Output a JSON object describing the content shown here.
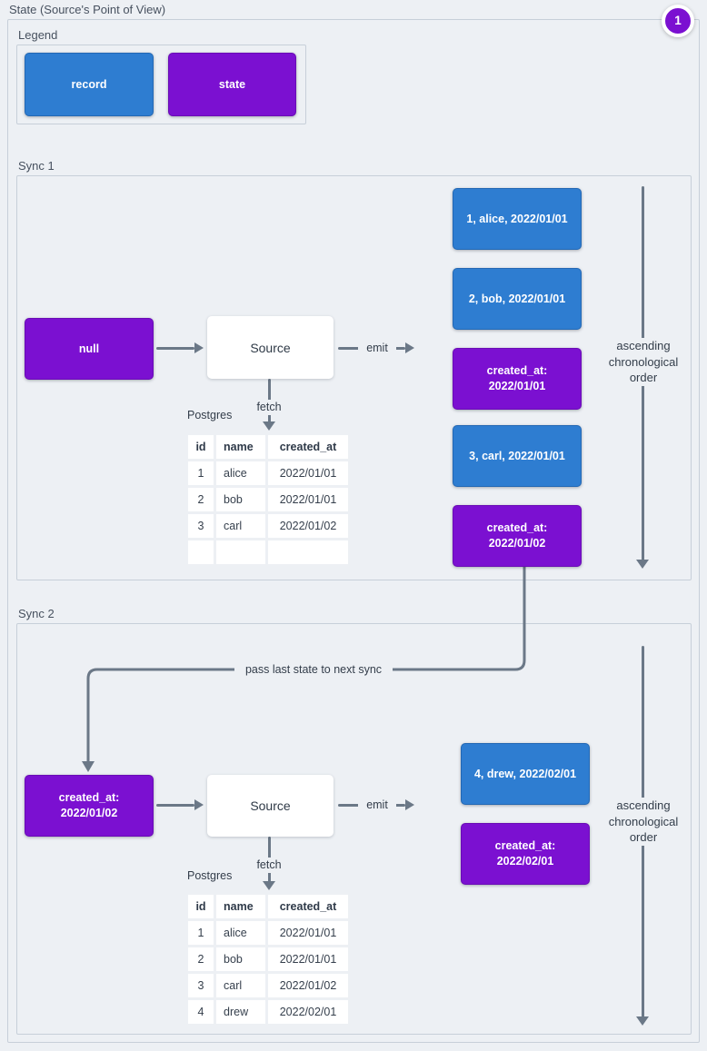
{
  "page": {
    "title": "State (Source's Point of View)",
    "badge": "1",
    "colors": {
      "record": "#2e7dd1",
      "state": "#7b10d1",
      "arrow": "#6b7887",
      "background": "#edf0f4",
      "frame_border": "#c7cfd9"
    }
  },
  "legend": {
    "label": "Legend",
    "items": [
      {
        "kind": "record",
        "label": "record"
      },
      {
        "kind": "state",
        "label": "state"
      }
    ]
  },
  "sync1": {
    "label": "Sync 1",
    "input_state": {
      "line1": "null"
    },
    "source_label": "Source",
    "emit_label": "emit",
    "fetch_label": "fetch",
    "postgres_label": "Postgres",
    "table": {
      "headers": [
        "id",
        "name",
        "created_at"
      ],
      "rows": [
        [
          "1",
          "alice",
          "2022/01/01"
        ],
        [
          "2",
          "bob",
          "2022/01/01"
        ],
        [
          "3",
          "carl",
          "2022/01/02"
        ],
        [
          "",
          "",
          ""
        ]
      ]
    },
    "emitted": [
      {
        "kind": "record",
        "line1": "1, alice, 2022/01/01"
      },
      {
        "kind": "record",
        "line1": "2, bob, 2022/01/01"
      },
      {
        "kind": "state",
        "line1": "created_at:",
        "line2": "2022/01/01"
      },
      {
        "kind": "record",
        "line1": "3, carl, 2022/01/01"
      },
      {
        "kind": "state",
        "line1": "created_at:",
        "line2": "2022/01/02"
      }
    ],
    "order_label": "ascending chronological order"
  },
  "connector": {
    "label": "pass last state to next sync"
  },
  "sync2": {
    "label": "Sync 2",
    "input_state": {
      "line1": "created_at:",
      "line2": "2022/01/02"
    },
    "source_label": "Source",
    "emit_label": "emit",
    "fetch_label": "fetch",
    "postgres_label": "Postgres",
    "table": {
      "headers": [
        "id",
        "name",
        "created_at"
      ],
      "rows": [
        [
          "1",
          "alice",
          "2022/01/01"
        ],
        [
          "2",
          "bob",
          "2022/01/01"
        ],
        [
          "3",
          "carl",
          "2022/01/02"
        ],
        [
          "4",
          "drew",
          "2022/02/01"
        ]
      ]
    },
    "emitted": [
      {
        "kind": "record",
        "line1": "4, drew, 2022/02/01"
      },
      {
        "kind": "state",
        "line1": "created_at:",
        "line2": "2022/02/01"
      }
    ],
    "order_label": "ascending chronological order"
  }
}
